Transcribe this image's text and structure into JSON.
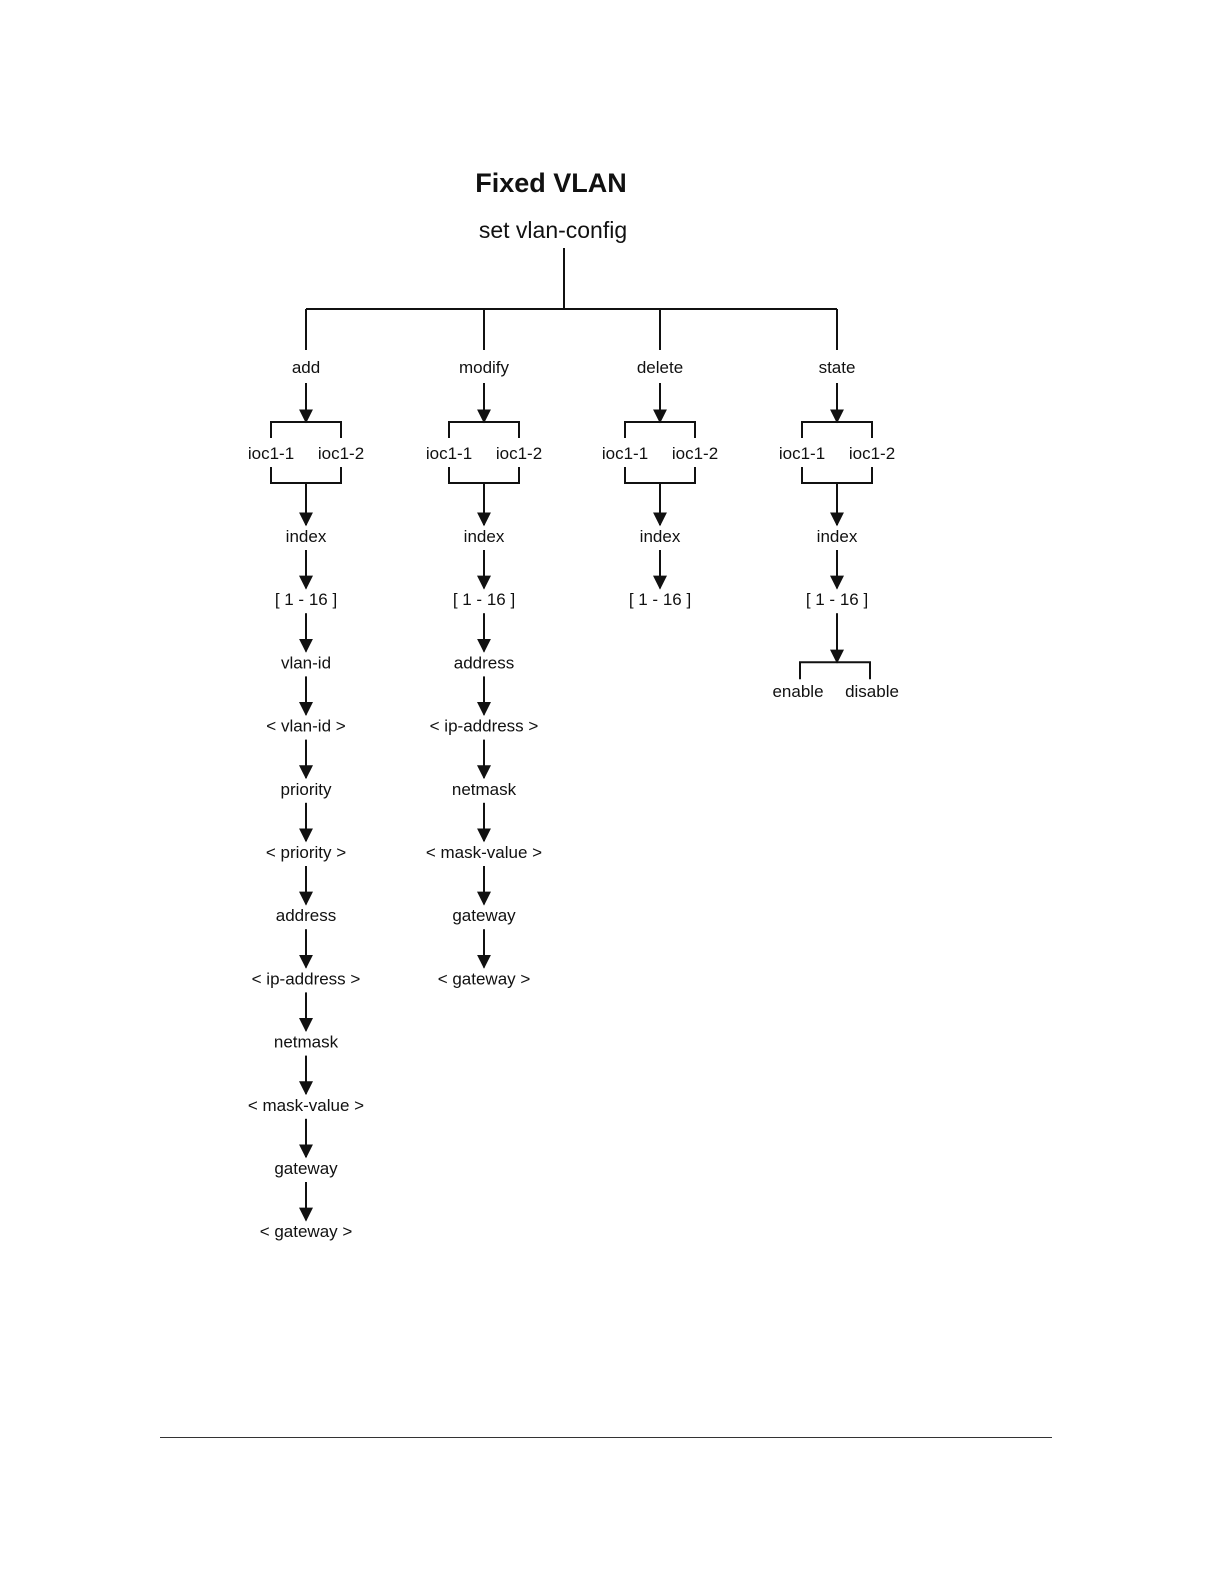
{
  "title": "Fixed VLAN",
  "command": "set vlan-config",
  "branches": [
    {
      "label": "add",
      "ports": [
        "ioc1-1",
        "ioc1-2"
      ],
      "steps": [
        "index",
        "[ 1 - 16 ]",
        "vlan-id",
        "< vlan-id >",
        "priority",
        "< priority >",
        "address",
        "< ip-address >",
        "netmask",
        "< mask-value >",
        "gateway",
        "< gateway >"
      ],
      "options": []
    },
    {
      "label": "modify",
      "ports": [
        "ioc1-1",
        "ioc1-2"
      ],
      "steps": [
        "index",
        "[ 1 - 16 ]",
        "address",
        "< ip-address >",
        "netmask",
        "< mask-value >",
        "gateway",
        "< gateway >"
      ],
      "options": []
    },
    {
      "label": "delete",
      "ports": [
        "ioc1-1",
        "ioc1-2"
      ],
      "steps": [
        "index",
        "[ 1 - 16 ]"
      ],
      "options": []
    },
    {
      "label": "state",
      "ports": [
        "ioc1-1",
        "ioc1-2"
      ],
      "steps": [
        "index",
        "[ 1 - 16 ]"
      ],
      "options": [
        "enable",
        "disable"
      ]
    }
  ],
  "colors": {
    "line": "#111111",
    "text": "#111111",
    "background": "#ffffff"
  }
}
